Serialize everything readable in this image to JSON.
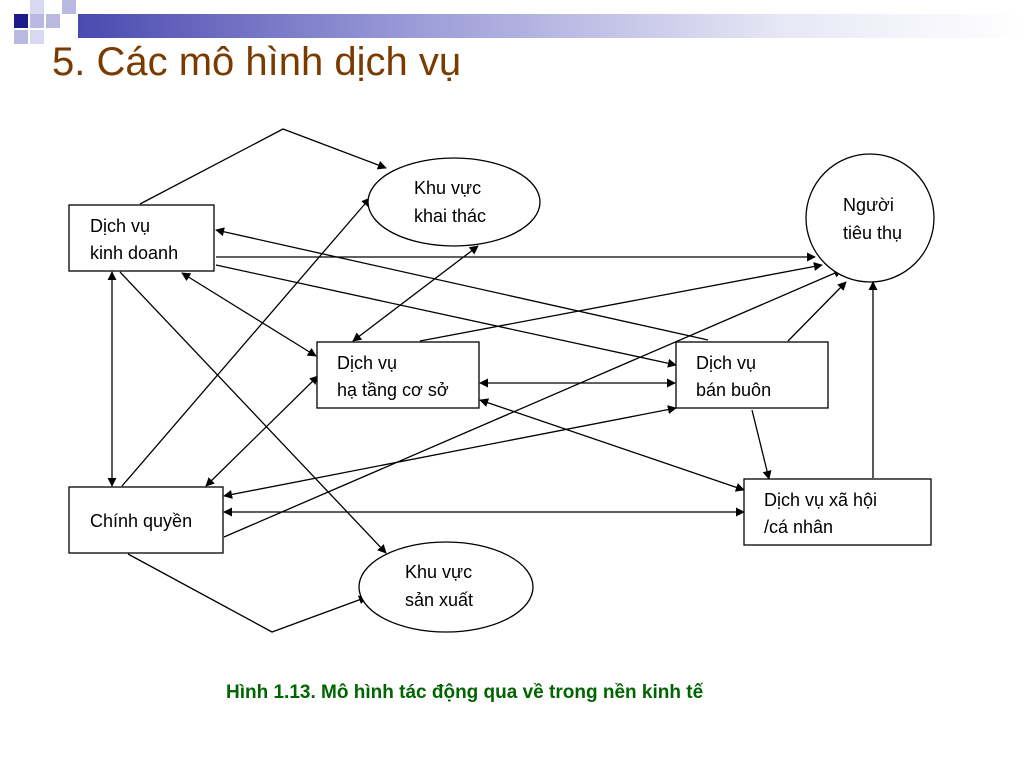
{
  "slide": {
    "title": "5. Các mô hình dịch vụ",
    "caption": "Hình 1.13. Mô hình tác động qua về trong nền kinh tế"
  },
  "colors": {
    "title": "#7a3a00",
    "caption": "#006400",
    "accent": "#2a2a9a"
  },
  "nodes": {
    "kinh_doanh": {
      "line1": "Dịch vụ",
      "line2": "kinh doanh"
    },
    "khai_thac": {
      "line1": "Khu vực",
      "line2": "khai thác"
    },
    "tieu_dung": {
      "line1": "Người",
      "line2": "tiêu thụ"
    },
    "ha_tang": {
      "line1": "Dịch vụ",
      "line2": "hạ tầng cơ sở"
    },
    "ban_buon": {
      "line1": "Dịch vụ",
      "line2": "bán buôn"
    },
    "chinh_quyen": {
      "line1": "Chính quyền"
    },
    "xa_hoi": {
      "line1": "Dịch vụ xã hội",
      "line2": "/cá nhân"
    },
    "san_xuat": {
      "line1": "Khu vực",
      "line2": "sản xuất"
    }
  }
}
